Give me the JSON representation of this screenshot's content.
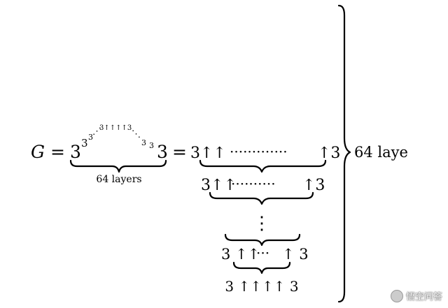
{
  "equation": {
    "symbol": "G",
    "equals": "=",
    "tower": {
      "base": "3",
      "exp1": "3",
      "exp2": "3",
      "ellipsis": "⋰",
      "top": "3↑↑↑↑3",
      "descent": "⋱",
      "right_exp_a": "3",
      "right_exp_b": "3",
      "right_base": "3",
      "layers_label": "64 layers"
    },
    "chain": [
      {
        "left": "3↑↑",
        "dots": "·············",
        "right": "↑3"
      },
      {
        "left": "3↑↑",
        "dots": "··········",
        "right": "↑3"
      },
      {
        "left": "3 ↑↑",
        "dots": "···",
        "right": "↑ 3"
      },
      {
        "expr": "3 ↑↑↑↑ 3"
      }
    ],
    "vdots": "⋮",
    "big_brace_label": "64 laye"
  },
  "watermark": {
    "text": "悟空问答",
    "icon": "wukong-logo-icon"
  }
}
